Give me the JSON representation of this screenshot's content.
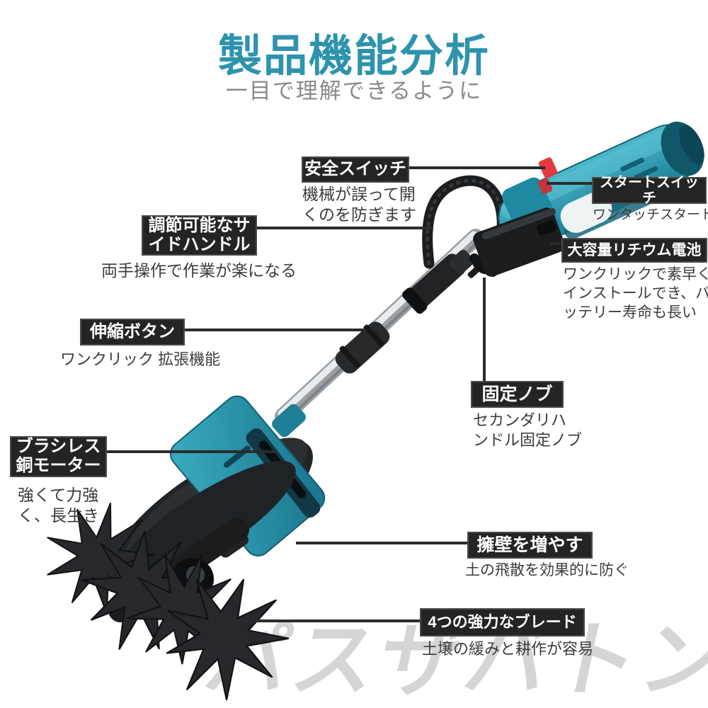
{
  "header": {
    "title": "製品機能分析",
    "subtitle": "一目で理解できるように",
    "title_color": "#2e93ad",
    "subtitle_color": "#8a8a8a"
  },
  "watermark": {
    "text": "パスザバトン",
    "color": "#d5d5d5"
  },
  "colors": {
    "callout_box_bg": "#242424",
    "callout_box_border": "#4a4a4a",
    "callout_text": "#ffffff",
    "description_text": "#3c3c3c",
    "pointer_line": "#2b2b2b",
    "product_teal": "#2a95ac",
    "switch_red": "#e23a40",
    "metal_silver": "#b9bcbe"
  },
  "callouts": {
    "safety": {
      "label": "安全スイッチ",
      "description": "機械が誤って開\nくのを防ぎます"
    },
    "start": {
      "label": "スタートスイッチ",
      "description": "ワンタッチスタート"
    },
    "battery": {
      "label": "大容量リチウム電池",
      "description": "ワンクリックで素早く\nインストールでき、バ\nッテリー寿命も長い"
    },
    "side_handle": {
      "label": "調節可能なサ\nイドハンドル",
      "description": "両手操作で作業が楽になる"
    },
    "telescopic": {
      "label": "伸縮ボタン",
      "description": "ワンクリック 拡張機能"
    },
    "knob": {
      "label": "固定ノブ",
      "description": "セカンダリハ\nンドル固定ノブ"
    },
    "motor": {
      "label": "ブラシレス\n銅モーター",
      "description": "強くて力強\nく、長生き"
    },
    "guard": {
      "label": "擁壁を増やす",
      "description": "土の飛散を効果的に防ぐ"
    },
    "blades": {
      "label": "4つの強力なブレード",
      "description": "土壌の緩みと耕作が容易"
    }
  }
}
